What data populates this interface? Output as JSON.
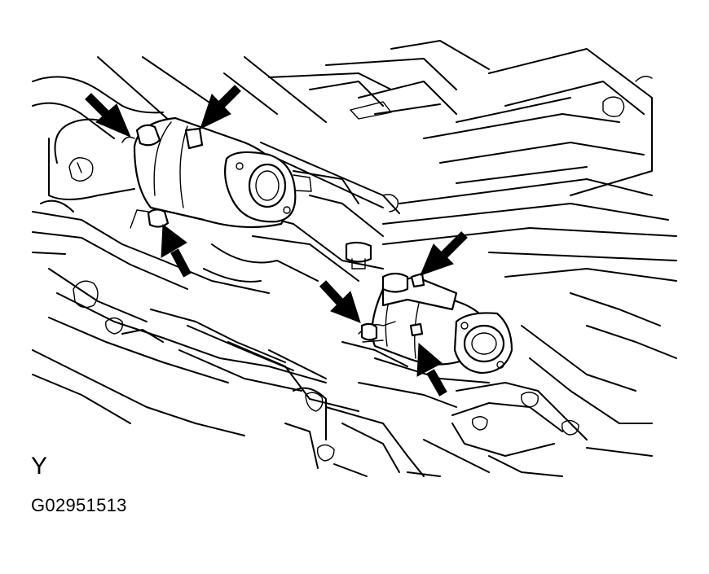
{
  "view_label": "Y",
  "figure_code": "G02951513",
  "arrow_icon": "removal-point-arrow-icon",
  "arrows": [
    {
      "name": "arrow-upper-left-bolt"
    },
    {
      "name": "arrow-upper-right-nut"
    },
    {
      "name": "arrow-lower-left-bolt"
    },
    {
      "name": "arrow-right-nut"
    },
    {
      "name": "arrow-center-bolt"
    },
    {
      "name": "arrow-lower-right-bolt"
    }
  ]
}
